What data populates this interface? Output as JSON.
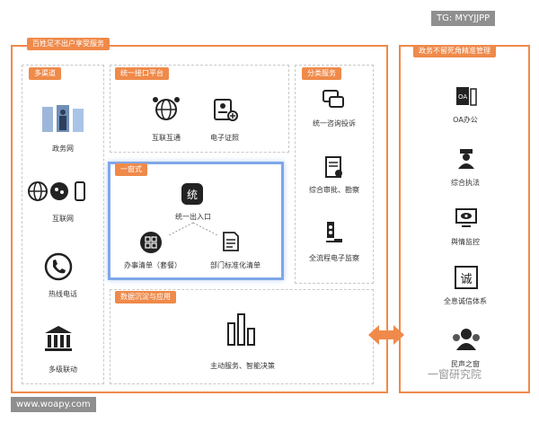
{
  "watermark_top": "TG: MYYJJPP",
  "watermark_bottom": "www.woapy.com",
  "left_panel": {
    "title": "百姓足不出户享受服务",
    "channels": {
      "title": "多渠道",
      "items": [
        {
          "label": "政务网",
          "icon": "kiosk-icon"
        },
        {
          "label": "互联网",
          "icon": "globe-chat-phone-icon"
        },
        {
          "label": "热线电话",
          "icon": "phone-icon"
        },
        {
          "label": "多级联动",
          "icon": "bank-icon"
        }
      ]
    },
    "platform": {
      "title": "统一接口平台",
      "items": [
        {
          "label": "互联互通",
          "icon": "network-icon"
        },
        {
          "label": "电子证照",
          "icon": "certificate-icon"
        }
      ]
    },
    "onestop": {
      "title": "一窗式",
      "center_label": "统一出入口",
      "center_glyph": "统",
      "left_label": "办事清单（套餐）",
      "right_label": "部门标准化清单"
    },
    "data": {
      "title": "数据沉淀与应用",
      "label": "主动服务、智能决策",
      "icon": "bar-chart-icon"
    },
    "classified": {
      "title": "分类服务",
      "items": [
        {
          "label": "统一咨询投诉",
          "icon": "chat-icon"
        },
        {
          "label": "综合审批、勘察",
          "icon": "document-icon"
        },
        {
          "label": "全流程电子监察",
          "icon": "monitor-icon"
        }
      ]
    }
  },
  "right_panel": {
    "title": "政务不留死角精准管理",
    "items": [
      {
        "label": "OA办公",
        "icon": "oa-icon"
      },
      {
        "label": "综合执法",
        "icon": "officer-icon"
      },
      {
        "label": "舆情监控",
        "icon": "eye-monitor-icon"
      },
      {
        "label": "全息诚信体系",
        "icon": "integrity-icon",
        "glyph": "诚"
      },
      {
        "label": "民声之窗",
        "icon": "people-icon"
      }
    ]
  },
  "signature": "一窗研究院",
  "colors": {
    "accent": "#ef8a4a",
    "blue": "#7fa7e8",
    "dark": "#333333"
  }
}
